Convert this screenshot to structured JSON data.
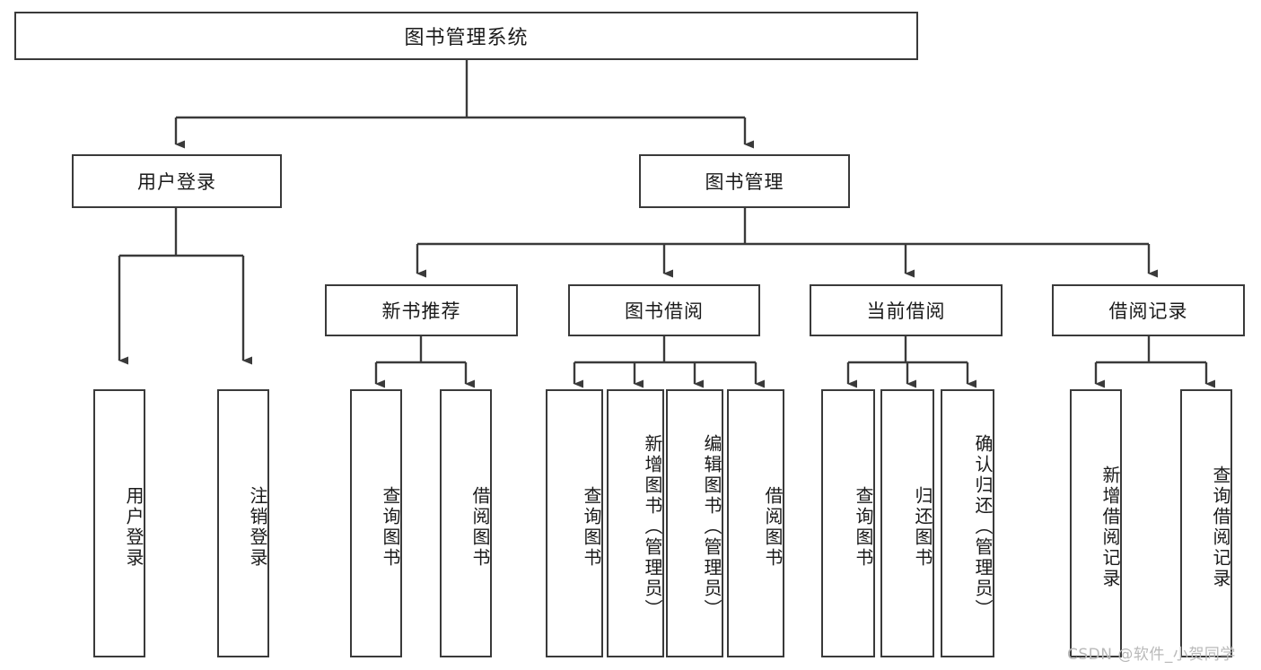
{
  "diagram": {
    "title": "图书管理系统",
    "type": "功能结构图",
    "style": {
      "background": "#ffffff",
      "box_border": "#3a3a3a",
      "connector": "#3a3a3a",
      "text": "#1a1a1a",
      "watermark_color": "#b9b9b9"
    },
    "watermark": "CSDN @软件_小贺同学",
    "levels": {
      "root": {
        "label": "图书管理系统"
      },
      "level2": [
        {
          "label": "用户登录"
        },
        {
          "label": "图书管理"
        }
      ],
      "level3": [
        {
          "label": "新书推荐"
        },
        {
          "label": "图书借阅"
        },
        {
          "label": "当前借阅"
        },
        {
          "label": "借阅记录"
        }
      ],
      "leaves": {
        "user_login": [
          {
            "label": "用户登录"
          },
          {
            "label": "注销登录"
          }
        ],
        "new_book_recommend": [
          {
            "label": "查询图书"
          },
          {
            "label": "借阅图书"
          }
        ],
        "book_borrow": [
          {
            "label": "查询图书"
          },
          {
            "label": "新增图书（管理员）"
          },
          {
            "label": "编辑图书（管理员）"
          },
          {
            "label": "借阅图书"
          }
        ],
        "current_borrow": [
          {
            "label": "查询图书"
          },
          {
            "label": "归还图书"
          },
          {
            "label": "确认归还（管理员）"
          }
        ],
        "borrow_record": [
          {
            "label": "新增借阅记录"
          },
          {
            "label": "查询借阅记录"
          }
        ]
      }
    }
  },
  "chart_data": {
    "type": "tree",
    "title": "图书管理系统",
    "orientation": "top-down",
    "nodes": [
      {
        "id": "root",
        "label": "图书管理系统",
        "level": 0,
        "parent": null
      },
      {
        "id": "login",
        "label": "用户登录",
        "level": 1,
        "parent": "root"
      },
      {
        "id": "bookmgmt",
        "label": "图书管理",
        "level": 1,
        "parent": "root"
      },
      {
        "id": "login-1",
        "label": "用户登录",
        "level": 2,
        "parent": "login"
      },
      {
        "id": "login-2",
        "label": "注销登录",
        "level": 2,
        "parent": "login"
      },
      {
        "id": "newbook",
        "label": "新书推荐",
        "level": 2,
        "parent": "bookmgmt"
      },
      {
        "id": "borrow",
        "label": "图书借阅",
        "level": 2,
        "parent": "bookmgmt"
      },
      {
        "id": "current",
        "label": "当前借阅",
        "level": 2,
        "parent": "bookmgmt"
      },
      {
        "id": "record",
        "label": "借阅记录",
        "level": 2,
        "parent": "bookmgmt"
      },
      {
        "id": "newbook-1",
        "label": "查询图书",
        "level": 3,
        "parent": "newbook"
      },
      {
        "id": "newbook-2",
        "label": "借阅图书",
        "level": 3,
        "parent": "newbook"
      },
      {
        "id": "borrow-1",
        "label": "查询图书",
        "level": 3,
        "parent": "borrow"
      },
      {
        "id": "borrow-2",
        "label": "新增图书（管理员）",
        "level": 3,
        "parent": "borrow"
      },
      {
        "id": "borrow-3",
        "label": "编辑图书（管理员）",
        "level": 3,
        "parent": "borrow"
      },
      {
        "id": "borrow-4",
        "label": "借阅图书",
        "level": 3,
        "parent": "borrow"
      },
      {
        "id": "current-1",
        "label": "查询图书",
        "level": 3,
        "parent": "current"
      },
      {
        "id": "current-2",
        "label": "归还图书",
        "level": 3,
        "parent": "current"
      },
      {
        "id": "current-3",
        "label": "确认归还（管理员）",
        "level": 3,
        "parent": "current"
      },
      {
        "id": "record-1",
        "label": "新增借阅记录",
        "level": 3,
        "parent": "record"
      },
      {
        "id": "record-2",
        "label": "查询借阅记录",
        "level": 3,
        "parent": "record"
      }
    ]
  }
}
